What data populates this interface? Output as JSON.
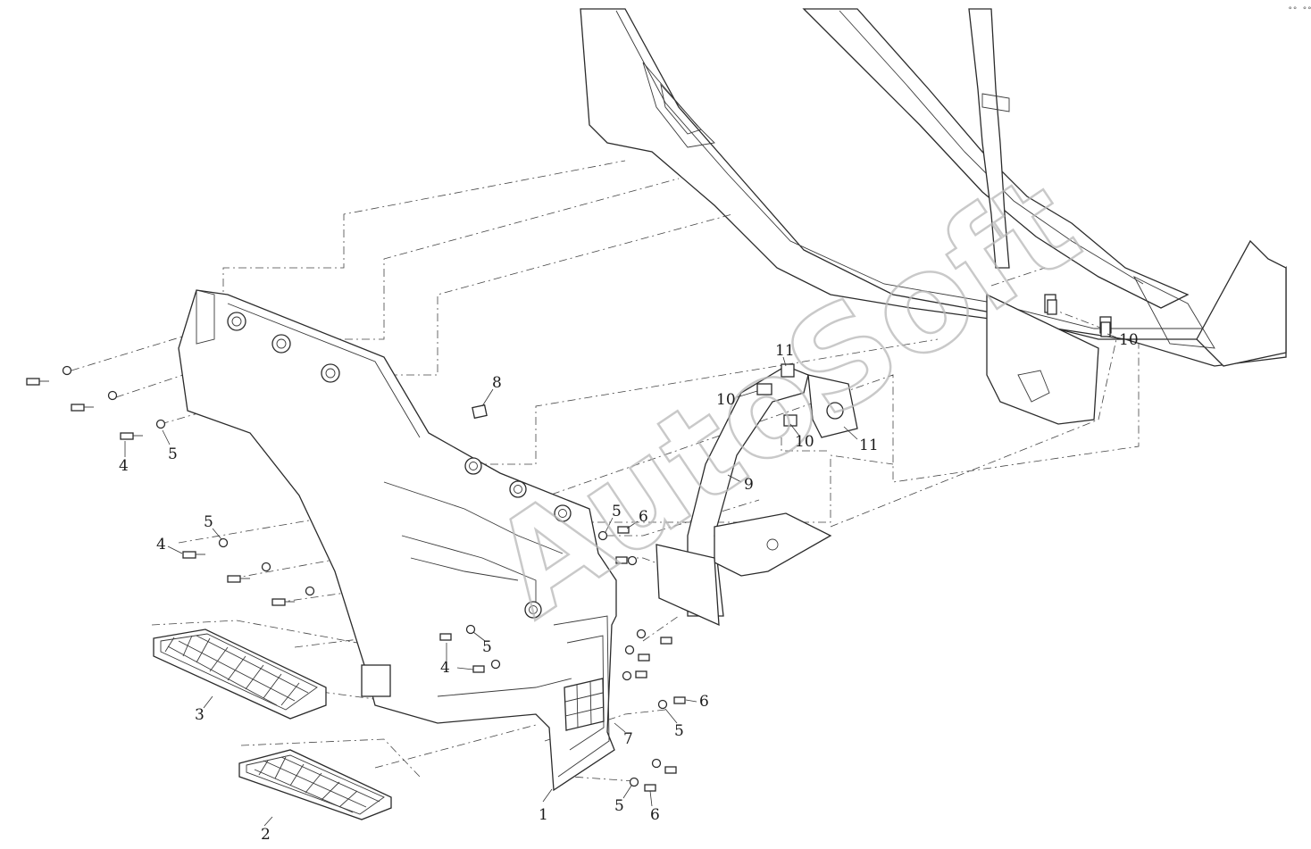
{
  "diagram": {
    "watermark": "AutoSoft",
    "corner_mark": "°° °°°",
    "callouts": [
      {
        "id": "c1",
        "text": "1"
      },
      {
        "id": "c2",
        "text": "2"
      },
      {
        "id": "c3",
        "text": "3"
      },
      {
        "id": "c4a",
        "text": "4"
      },
      {
        "id": "c4b",
        "text": "4"
      },
      {
        "id": "c4c",
        "text": "4"
      },
      {
        "id": "c5a",
        "text": "5"
      },
      {
        "id": "c5b",
        "text": "5"
      },
      {
        "id": "c5c",
        "text": "5"
      },
      {
        "id": "c5d",
        "text": "5"
      },
      {
        "id": "c5e",
        "text": "5"
      },
      {
        "id": "c5f",
        "text": "5"
      },
      {
        "id": "c6a",
        "text": "6"
      },
      {
        "id": "c6b",
        "text": "6"
      },
      {
        "id": "c6c",
        "text": "6"
      },
      {
        "id": "c7",
        "text": "7"
      },
      {
        "id": "c8",
        "text": "8"
      },
      {
        "id": "c9",
        "text": "9"
      },
      {
        "id": "c10a",
        "text": "10"
      },
      {
        "id": "c10b",
        "text": "10"
      },
      {
        "id": "c10c",
        "text": "10"
      },
      {
        "id": "c11a",
        "text": "11"
      },
      {
        "id": "c11b",
        "text": "11"
      }
    ]
  }
}
